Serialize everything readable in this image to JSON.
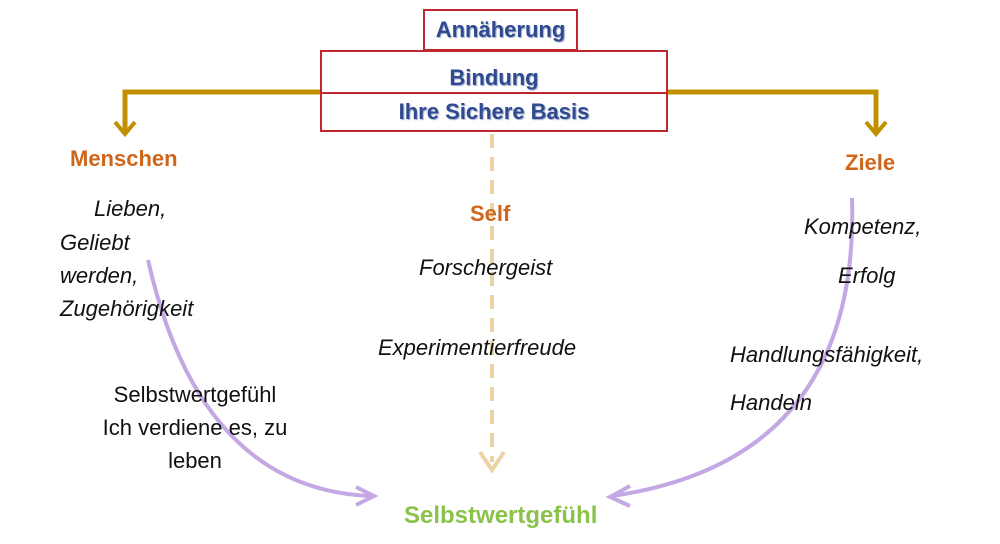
{
  "colors": {
    "box_border": "#c0262d",
    "box_text": "#2f4a8f",
    "heading": "#d0661a",
    "connector": "#c09000",
    "dashed_arrow": "#ecd3a6",
    "curve_arrow": "#c4a8e4",
    "result": "#8bc34a"
  },
  "top": {
    "approach": "Annäherung",
    "bonding": "Bindung",
    "secure_base": "Ihre Sichere Basis"
  },
  "left": {
    "heading": "Menschen",
    "items": [
      "Lieben,",
      "Geliebt",
      "werden,",
      "Zugehörigkeit"
    ],
    "self_worth_lines": [
      "Selbstwertgefühl",
      "Ich verdiene es, zu",
      "leben"
    ]
  },
  "center": {
    "heading": "Self",
    "item_1": "Forschergeist",
    "item_2": "Experimentierfreude"
  },
  "right": {
    "heading": "Ziele",
    "items": [
      "Kompetenz,",
      "Erfolg",
      "Handlungsfähigkeit,",
      "Handeln"
    ]
  },
  "bottom": {
    "result": "Selbstwertgefühl"
  }
}
